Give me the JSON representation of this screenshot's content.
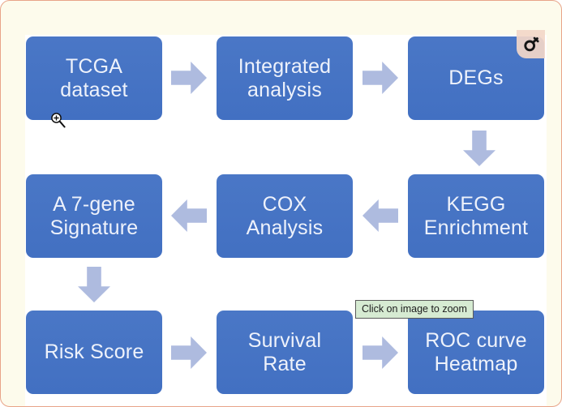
{
  "viewer": {
    "name": "image-zoom-viewer",
    "frame_border_color": "#e8a489",
    "frame_background_color": "#fdfbec",
    "canvas_background_color": "#ffffff",
    "zoom_badge_icon": "magnifier-icon",
    "tooltip_text": "Click on image to zoom",
    "tooltip_background_color": "#d6ebd2",
    "cursor_icon": "magnifier-cursor-icon"
  },
  "diagram": {
    "type": "flowchart",
    "box_color": "#4472c4",
    "box_text_color": "#eef2fb",
    "arrow_color": "#aebbdf",
    "boxes": [
      {
        "id": "tcga",
        "label": "TCGA\ndataset",
        "row": 1,
        "col": 1
      },
      {
        "id": "integrated",
        "label": "Integrated\nanalysis",
        "row": 1,
        "col": 2
      },
      {
        "id": "degs",
        "label": "DEGs",
        "row": 1,
        "col": 3
      },
      {
        "id": "signature",
        "label": "A 7-gene\nSignature",
        "row": 2,
        "col": 1
      },
      {
        "id": "cox",
        "label": "COX\nAnalysis",
        "row": 2,
        "col": 2
      },
      {
        "id": "kegg",
        "label": "KEGG\nEnrichment",
        "row": 2,
        "col": 3
      },
      {
        "id": "risk",
        "label": "Risk Score",
        "row": 3,
        "col": 1
      },
      {
        "id": "survival",
        "label": "Survival\nRate",
        "row": 3,
        "col": 2
      },
      {
        "id": "roc",
        "label": "ROC curve\nHeatmap",
        "row": 3,
        "col": 3
      }
    ],
    "arrows": [
      {
        "id": "tcga-integrated",
        "from": "tcga",
        "to": "integrated",
        "direction": "right"
      },
      {
        "id": "integrated-degs",
        "from": "integrated",
        "to": "degs",
        "direction": "right"
      },
      {
        "id": "degs-kegg",
        "from": "degs",
        "to": "kegg",
        "direction": "down"
      },
      {
        "id": "kegg-cox",
        "from": "kegg",
        "to": "cox",
        "direction": "left"
      },
      {
        "id": "cox-signature",
        "from": "cox",
        "to": "signature",
        "direction": "left"
      },
      {
        "id": "signature-risk",
        "from": "signature",
        "to": "risk",
        "direction": "down"
      },
      {
        "id": "risk-survival",
        "from": "risk",
        "to": "survival",
        "direction": "right"
      },
      {
        "id": "survival-roc",
        "from": "survival",
        "to": "roc",
        "direction": "right"
      }
    ]
  }
}
